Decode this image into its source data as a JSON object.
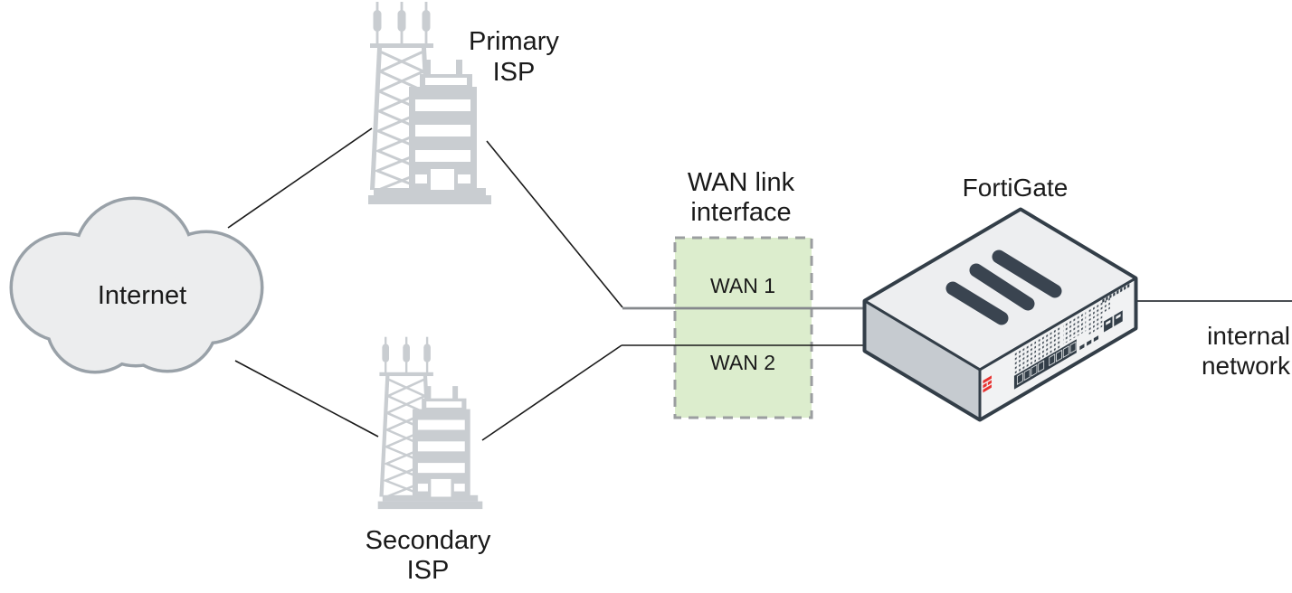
{
  "diagram": {
    "internet": {
      "label": "Internet"
    },
    "primary_isp": {
      "label_line1": "Primary",
      "label_line2": "ISP"
    },
    "secondary_isp": {
      "label_line1": "Secondary",
      "label_line2": "ISP"
    },
    "wan_box": {
      "title_line1": "WAN link",
      "title_line2": "interface",
      "wan1_label": "WAN 1",
      "wan2_label": "WAN 2"
    },
    "fortigate": {
      "label": "FortiGate"
    },
    "internal_network": {
      "label_line1": "internal",
      "label_line2": "network"
    }
  },
  "colors": {
    "wan_box_fill": "#dcedcd",
    "wan_box_border": "#9b9ea0",
    "icon_gray": "#c9cdd1",
    "cloud_fill": "#ecedee",
    "cloud_border": "#99a1a8",
    "device_outline": "#333e48",
    "device_top": "#edeef0",
    "device_side": "#c6cbd0",
    "device_front": "#f1f2f3",
    "device_slot": "#3a4450",
    "logo_red": "#e8312f",
    "line_black": "#1a1a1a",
    "line_gray": "#85888c",
    "line_internal": "#4a4e53"
  }
}
